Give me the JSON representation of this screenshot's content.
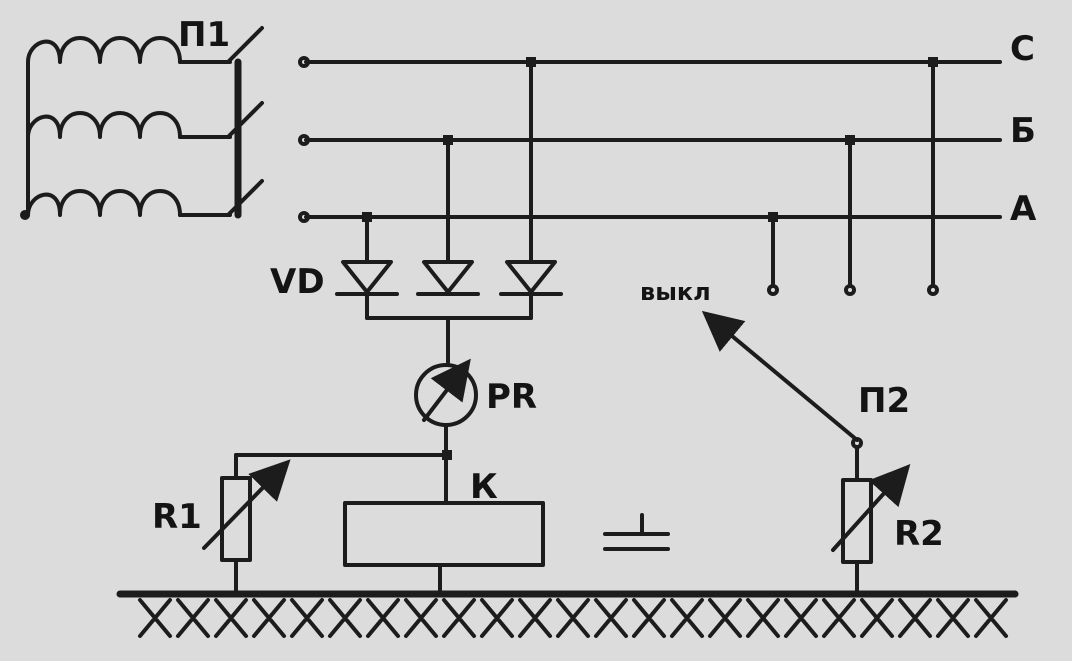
{
  "labels": {
    "switch1": "П1",
    "phase_c": "С",
    "phase_b": "Б",
    "phase_a": "А",
    "diodes": "VD",
    "meter": "PR",
    "off": "выкл",
    "switch2": "П2",
    "contact": "К",
    "resistor1": "R1",
    "resistor2": "R2"
  },
  "colors": {
    "ink": "#1c1c1c",
    "paper": "#dcdcdc"
  }
}
